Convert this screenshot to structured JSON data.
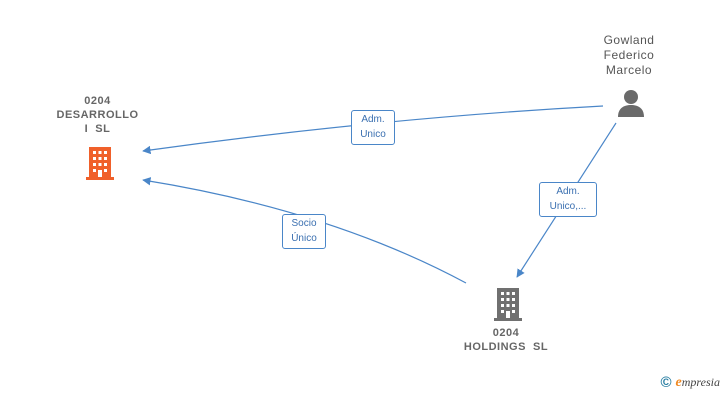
{
  "colors": {
    "edge": "#4a86c8",
    "main_company": "#f0602a",
    "company": "#666666",
    "person": "#666666"
  },
  "nodes": {
    "main_company": {
      "name_lines": [
        "0204",
        "DESARROLLO",
        "I  SL"
      ],
      "icon": "building-icon"
    },
    "holdings": {
      "name_lines": [
        "0204",
        "HOLDINGS  SL"
      ],
      "icon": "building-icon"
    },
    "person": {
      "name_lines": [
        "Gowland",
        "Federico",
        "Marcelo"
      ],
      "icon": "person-icon"
    }
  },
  "edges": {
    "person_to_main": {
      "label_lines": [
        "Adm.",
        "Unico"
      ]
    },
    "person_to_holdings": {
      "label_lines": [
        "Adm.",
        "Unico,..."
      ]
    },
    "holdings_to_main": {
      "label_lines": [
        "Socio",
        "Único"
      ]
    }
  },
  "brand": {
    "copyright": "©",
    "initial": "e",
    "name": "mpresia"
  }
}
